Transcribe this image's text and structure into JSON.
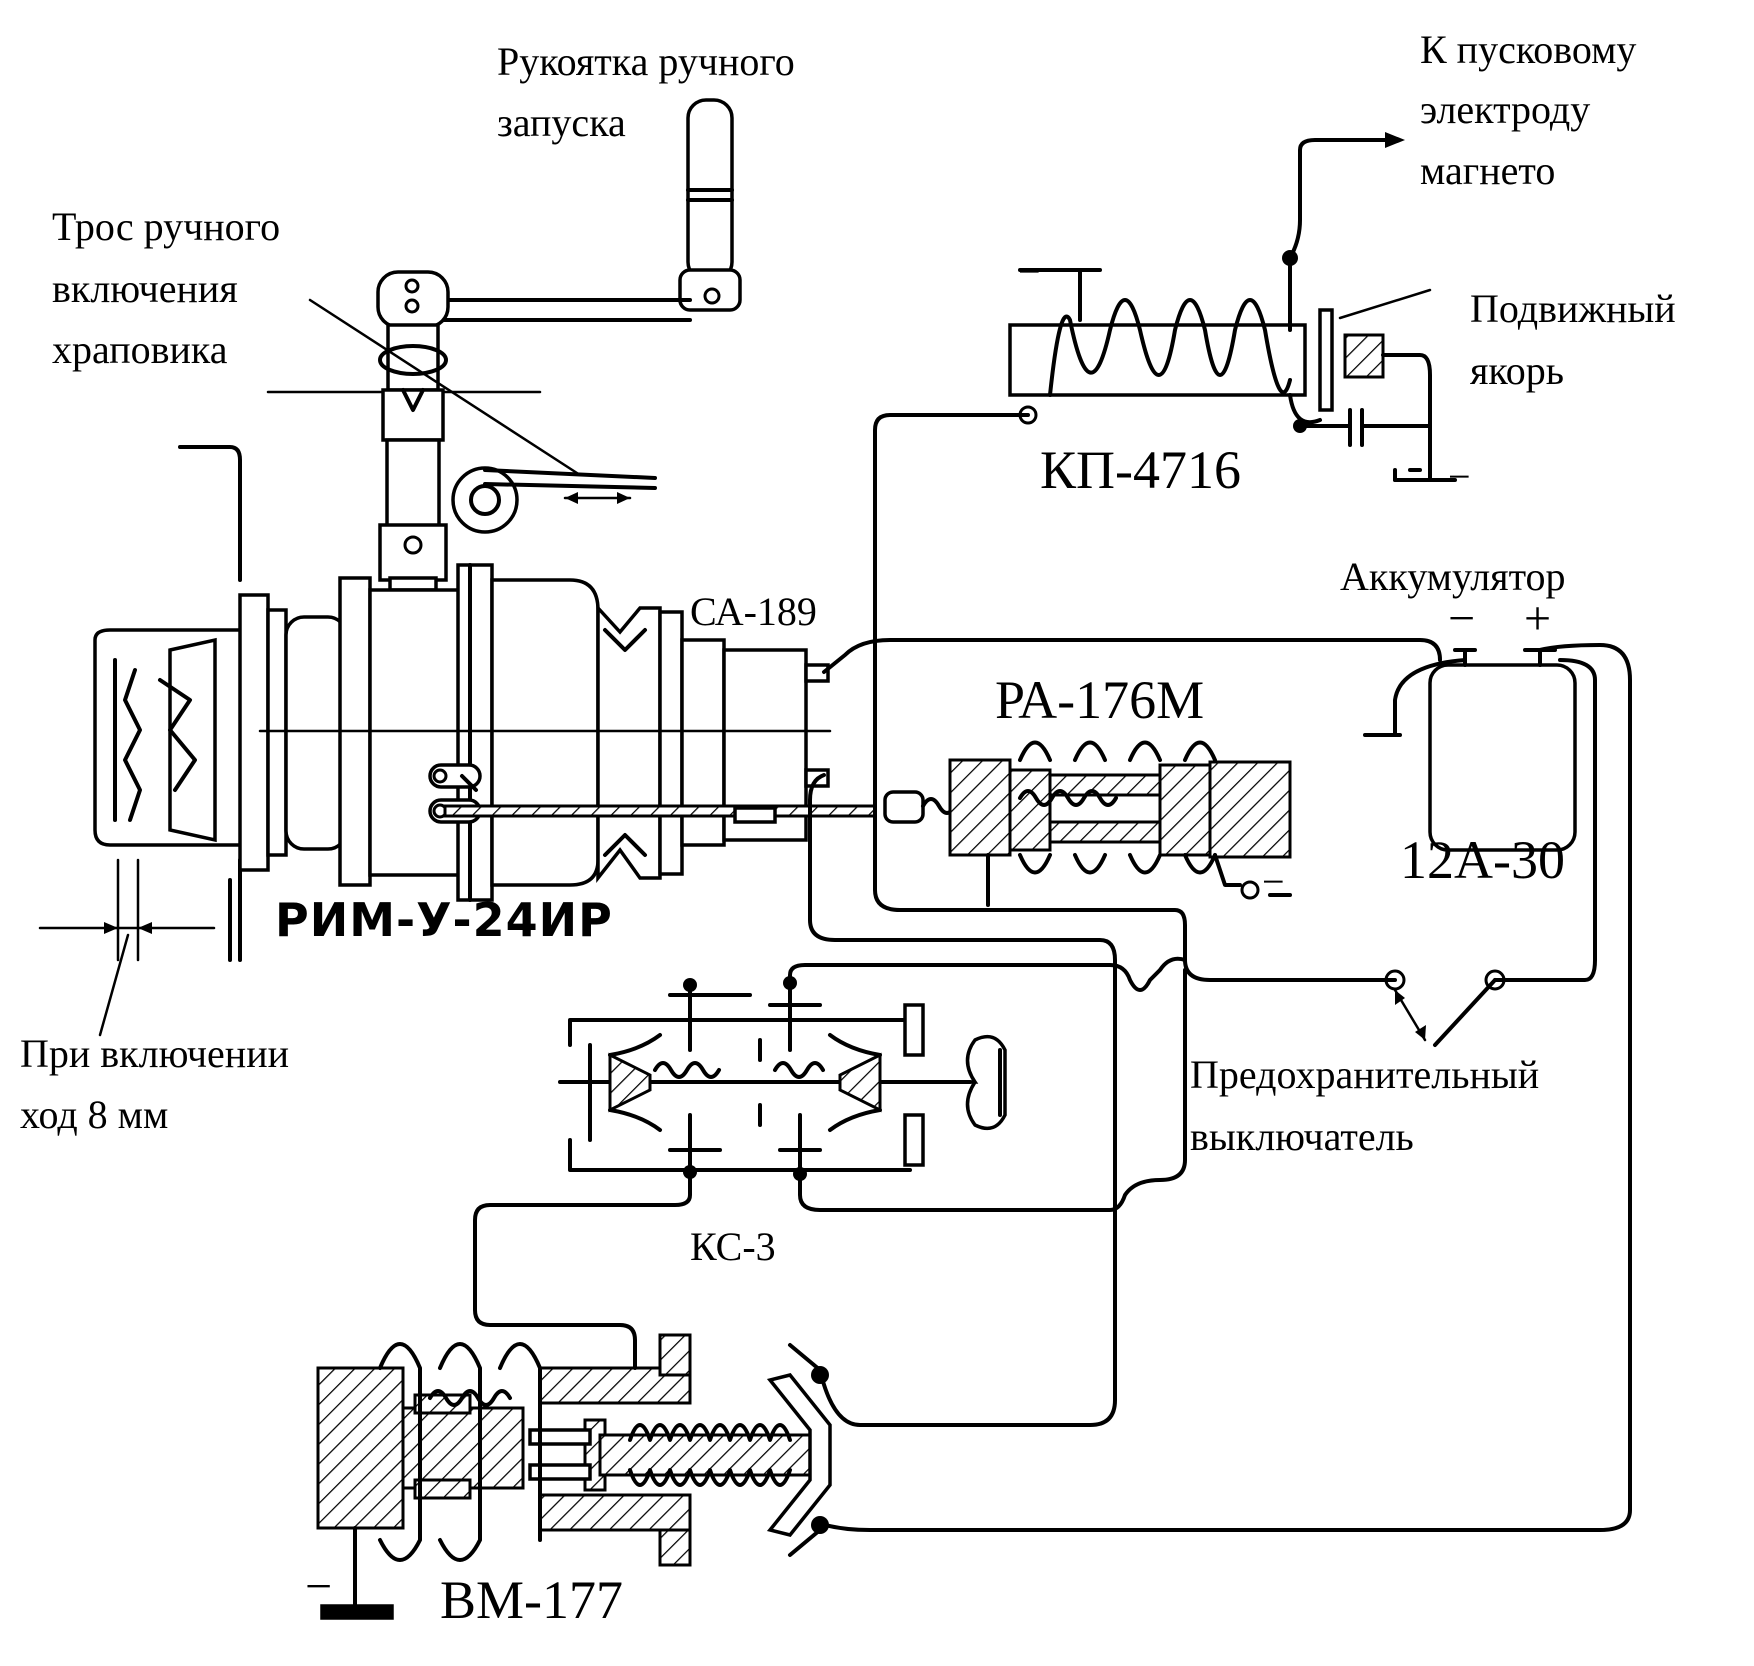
{
  "labels": {
    "handle": [
      "Рукоятка ручного",
      "запуска"
    ],
    "cable": [
      "Трос ручного",
      "включения",
      "храповика"
    ],
    "magneto": [
      "К пусковому",
      "электроду",
      "магнето"
    ],
    "armature": [
      "Подвижный",
      "якорь"
    ],
    "kp": "КП-4716",
    "sa": "СА-189",
    "battery": "Аккумулятор",
    "battery_model": "12А-30",
    "ra": "РА-176М",
    "starter": "РИМ-У-24ИР",
    "stroke": [
      "При включении",
      "ход 8 мм"
    ],
    "fuse_switch": [
      "Предохранительный",
      "выключатель"
    ],
    "ks": "КС-3",
    "vm": "ВМ-177",
    "minus": "−",
    "plus": "+"
  }
}
